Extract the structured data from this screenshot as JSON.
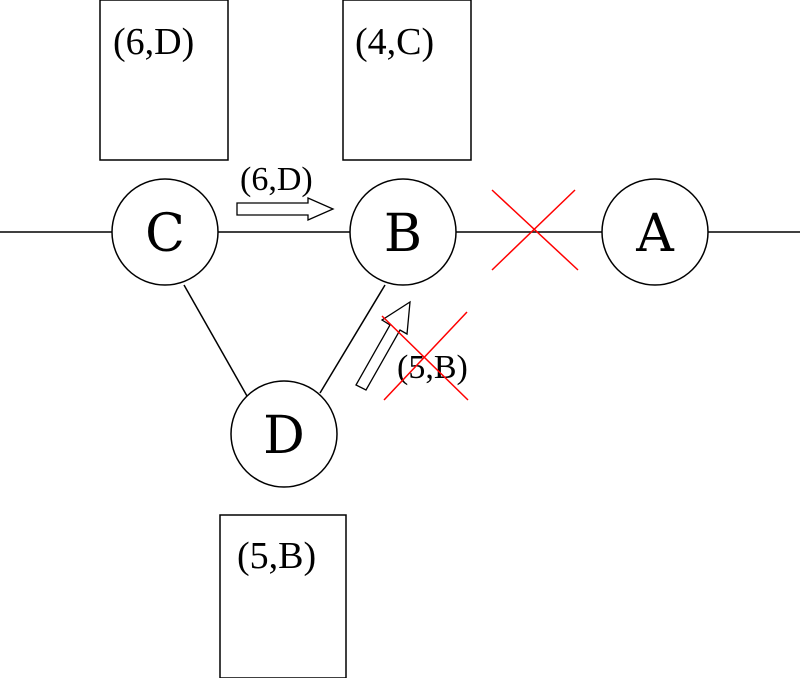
{
  "nodes": {
    "a": "A",
    "b": "B",
    "c": "C",
    "d": "D"
  },
  "tables": {
    "c": "(6,D)",
    "b": "(4,C)",
    "d": "(5,B)"
  },
  "messages": {
    "c_to_b": "(6,D)",
    "d_to_b": "(5,B)"
  },
  "colors": {
    "stroke": "#000000",
    "cross": "#ff0000"
  }
}
